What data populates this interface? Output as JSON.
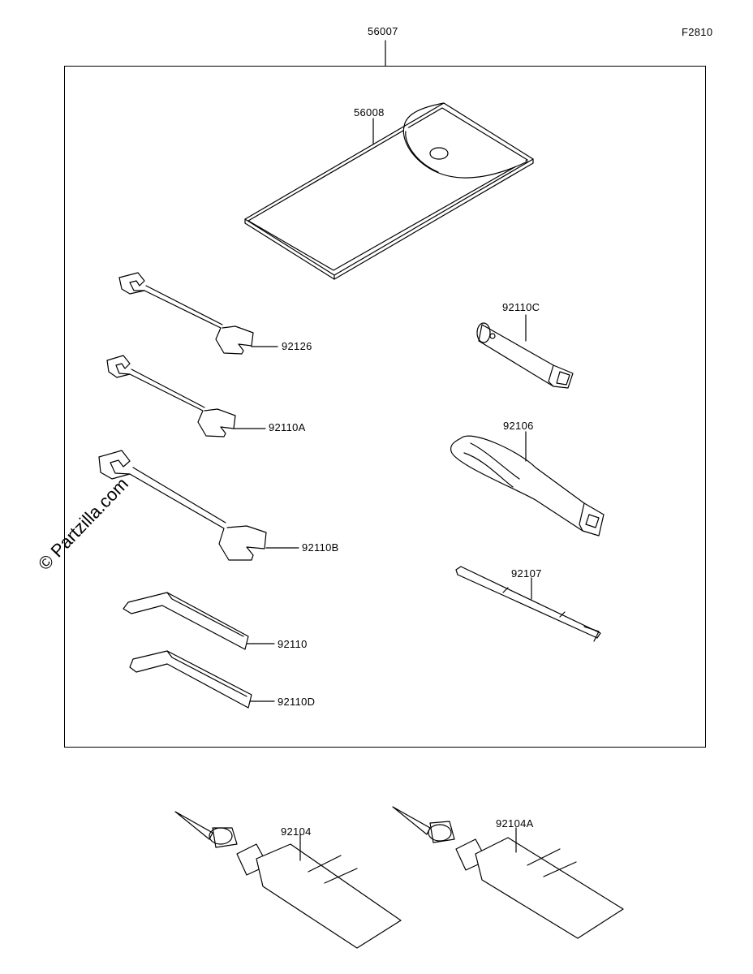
{
  "diagram": {
    "code": "F2810",
    "assembly_part": "56007",
    "parts": [
      {
        "number": "56008",
        "item": "pouch"
      },
      {
        "number": "92126",
        "item": "wrench"
      },
      {
        "number": "92110A",
        "item": "wrench"
      },
      {
        "number": "92110B",
        "item": "wrench"
      },
      {
        "number": "92110",
        "item": "hex-key"
      },
      {
        "number": "92110D",
        "item": "hex-key"
      },
      {
        "number": "92110C",
        "item": "socket-tube"
      },
      {
        "number": "92106",
        "item": "screwdriver-handle"
      },
      {
        "number": "92107",
        "item": "screwdriver-bit"
      },
      {
        "number": "92104",
        "item": "repair-tube"
      },
      {
        "number": "92104A",
        "item": "repair-tube"
      }
    ],
    "watermark": "© Partzilla.com"
  }
}
